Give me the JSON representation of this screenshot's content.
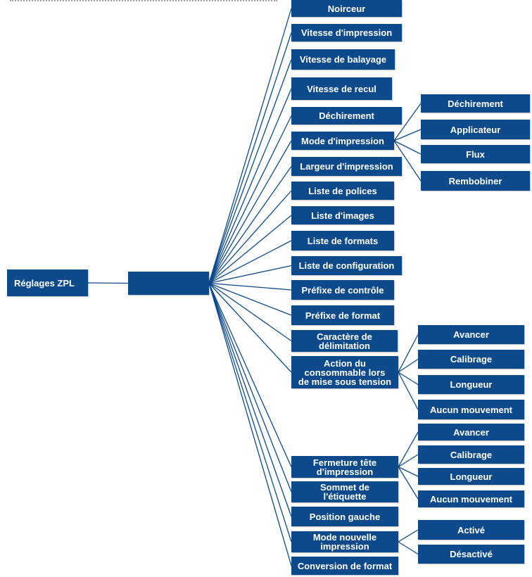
{
  "root": {
    "label": "Réglages ZPL"
  },
  "hub": {
    "label": ""
  },
  "colors": {
    "node_fill": "#0d4a8c",
    "node_text": "#ffffff",
    "connector": "#0d4a8c"
  },
  "level1": [
    {
      "id": "noirceur",
      "label": "Noirceur"
    },
    {
      "id": "vitesse-impression",
      "label": "Vitesse d'impression"
    },
    {
      "id": "vitesse-balayage",
      "label": "Vitesse de balayage"
    },
    {
      "id": "vitesse-recul",
      "label": "Vitesse de recul"
    },
    {
      "id": "dechirement",
      "label": "Déchirement"
    },
    {
      "id": "mode-impression",
      "label": "Mode d'impression"
    },
    {
      "id": "largeur-impression",
      "label": "Largeur d'impression"
    },
    {
      "id": "liste-polices",
      "label": "Liste de polices"
    },
    {
      "id": "liste-images",
      "label": "Liste d'images"
    },
    {
      "id": "liste-formats",
      "label": "Liste de formats"
    },
    {
      "id": "liste-configuration",
      "label": "Liste de configuration"
    },
    {
      "id": "prefixe-controle",
      "label": "Préfixe de contrôle"
    },
    {
      "id": "prefixe-format",
      "label": "Préfixe de format"
    },
    {
      "id": "caractere-delimitation",
      "label": "Caractère de\ndélimitation"
    },
    {
      "id": "action-consommable",
      "label": "Action du\nconsommable lors\nde mise sous tension"
    },
    {
      "id": "fermeture-tete",
      "label": "Fermeture tête\nd'impression"
    },
    {
      "id": "sommet-etiquette",
      "label": "Sommet de\nl'étiquette"
    },
    {
      "id": "position-gauche",
      "label": "Position gauche"
    },
    {
      "id": "mode-nouvelle-impression",
      "label": "Mode nouvelle\nimpression"
    },
    {
      "id": "conversion-format",
      "label": "Conversion de format"
    }
  ],
  "level2": {
    "mode-impression": [
      {
        "id": "mi-dechirement",
        "label": "Déchirement"
      },
      {
        "id": "mi-applicateur",
        "label": "Applicateur"
      },
      {
        "id": "mi-flux",
        "label": "Flux"
      },
      {
        "id": "mi-rembobiner",
        "label": "Rembobiner"
      }
    ],
    "action-consommable": [
      {
        "id": "ac-avancer",
        "label": "Avancer"
      },
      {
        "id": "ac-calibrage",
        "label": "Calibrage"
      },
      {
        "id": "ac-longueur",
        "label": "Longueur"
      },
      {
        "id": "ac-aucun",
        "label": "Aucun mouvement"
      }
    ],
    "fermeture-tete": [
      {
        "id": "ft-avancer",
        "label": "Avancer"
      },
      {
        "id": "ft-calibrage",
        "label": "Calibrage"
      },
      {
        "id": "ft-longueur",
        "label": "Longueur"
      },
      {
        "id": "ft-aucun",
        "label": "Aucun mouvement"
      }
    ],
    "mode-nouvelle-impression": [
      {
        "id": "mn-active",
        "label": "Activé"
      },
      {
        "id": "mn-desactive",
        "label": "Désactivé"
      }
    ]
  }
}
